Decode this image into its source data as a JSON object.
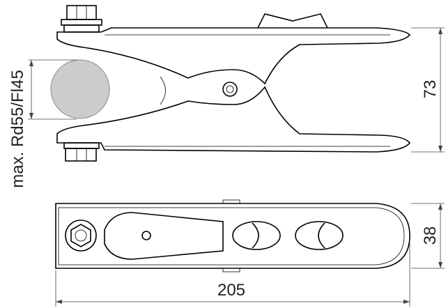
{
  "drawing": {
    "clamp_range_label": "max. Rd55/Fl45",
    "height_label": "73",
    "width_label": "38",
    "length_label": "205",
    "conductor_fill": "#cccccc"
  }
}
